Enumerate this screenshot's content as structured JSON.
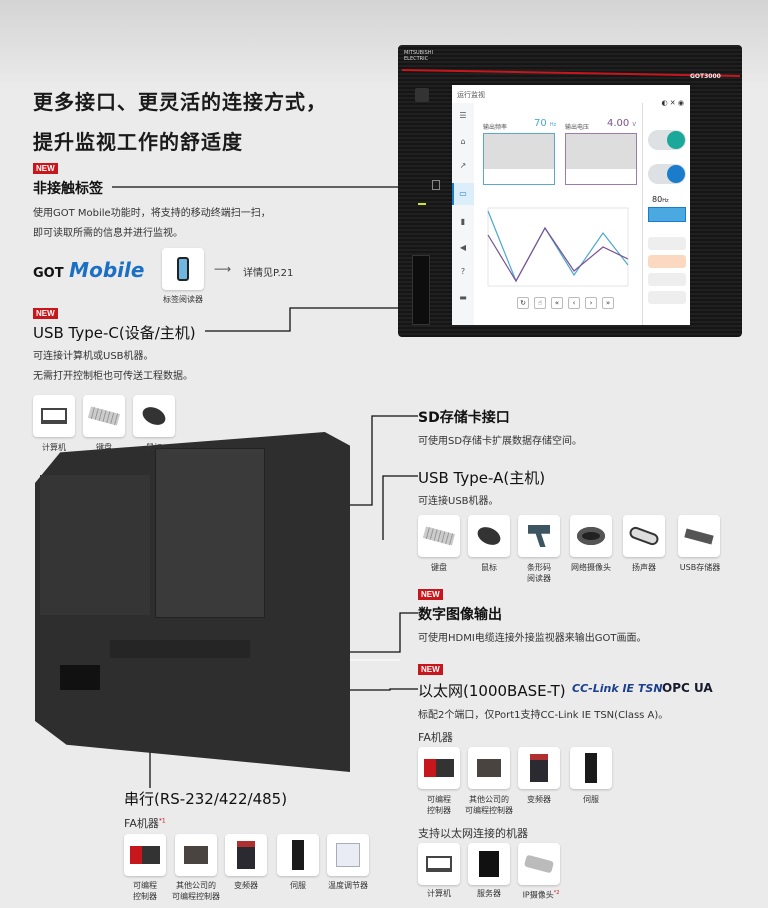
{
  "headline": {
    "line1": "更多接口、更灵活的连接方式，",
    "line2": "提升监视工作的舒适度"
  },
  "badge_new": "NEW",
  "nfc": {
    "title": "非接触标签",
    "desc1": "使用GOT Mobile功能时，将支持的移动终端扫一扫，",
    "desc2": "即可读取所需的信息并进行监视。",
    "logo_got": "GOT",
    "logo_mobile": "Mobile",
    "tile_label": "标签阅读器",
    "ref": "详情见P.21"
  },
  "usbc": {
    "title": "USB Type-C(设备/主机)",
    "desc1": "可连接计算机或USB机器。",
    "desc2": "无需打开控制柜也可传送工程数据。",
    "tiles": [
      "计算机",
      "键盘",
      "鼠标"
    ]
  },
  "sd": {
    "title": "SD存储卡接口",
    "desc": "可使用SD存储卡扩展数据存储空间。"
  },
  "usba": {
    "title": "USB Type-A(主机)",
    "desc": "可连接USB机器。",
    "tiles": [
      "键盘",
      "鼠标",
      "条形码\n阅读器",
      "网络摄像头",
      "扬声器",
      "USB存储器"
    ]
  },
  "hdmi": {
    "title": "数字图像输出",
    "desc": "可使用HDMI电缆连接外接监视器来输出GOT画面。"
  },
  "ethernet": {
    "title": "以太网(1000BASE-T)",
    "logo_cclink": "CC-Link IE TSN",
    "logo_opc": "OPC UA",
    "desc": "标配2个端口，仅Port1支持CC-Link IE TSN(Class A)。",
    "fa_label": "FA机器",
    "fa_tiles": [
      "可编程\n控制器",
      "其他公司的\n可编程控制器",
      "变频器",
      "伺服"
    ],
    "eth_label": "支持以太网连接的机器",
    "eth_tiles": [
      "计算机",
      "服务器",
      "IP摄像头"
    ],
    "eth_note": "*2"
  },
  "serial": {
    "title": "串行(RS-232/422/485)",
    "fa_label": "FA机器",
    "fa_note": "*1",
    "tiles": [
      "可编程\n控制器",
      "其他公司的\n可编程控制器",
      "变频器",
      "伺服",
      "温度调节器"
    ]
  },
  "device": {
    "model": "GOT3000",
    "brand": "MITSUBISHI ELECTRIC"
  },
  "screen": {
    "title": "运行监视",
    "freq_label": "输出频率",
    "freq_value": "70",
    "freq_unit": "Hz",
    "volt_label": "输出电压",
    "volt_value": "4.00",
    "volt_unit": "V",
    "set_value": "80",
    "set_unit": "Hz"
  },
  "colors": {
    "red": "#c8161d",
    "teal": "#1aa89a",
    "blue": "#1b7ccc",
    "accent_line": "#4aa9d0",
    "purple": "#7b4f93"
  }
}
